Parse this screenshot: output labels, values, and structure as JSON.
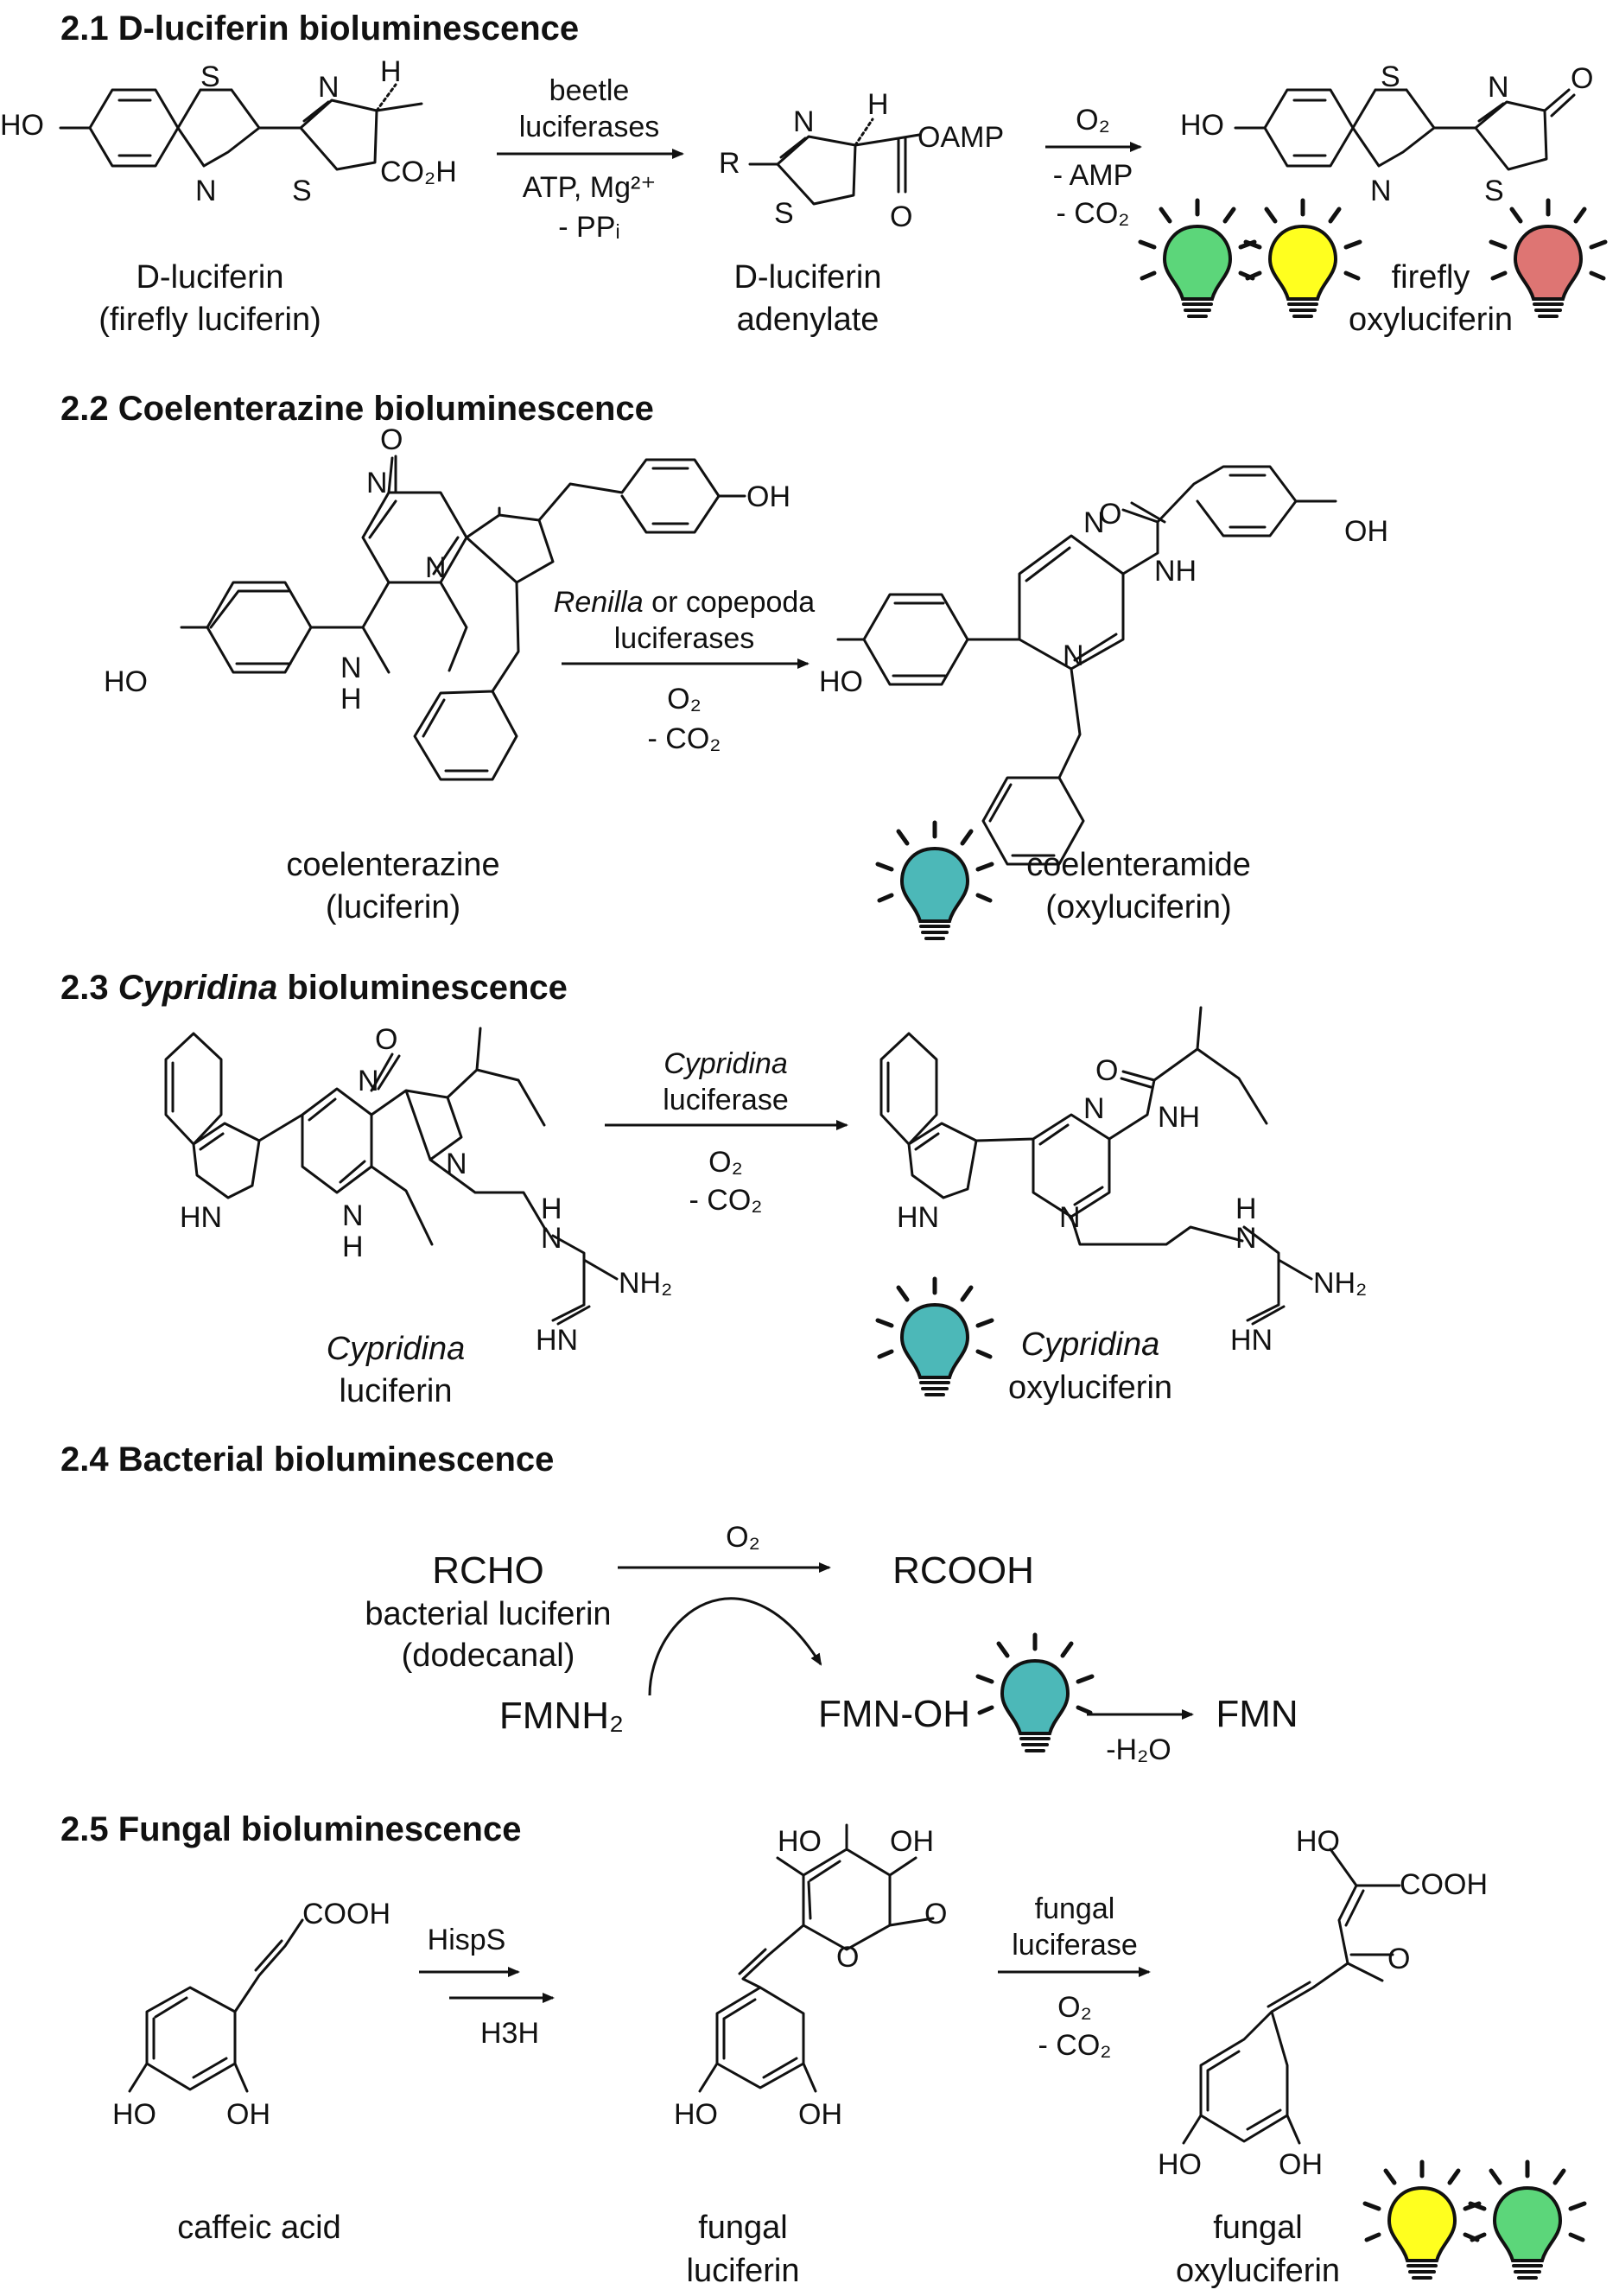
{
  "sections": [
    {
      "title": "2.1 D-luciferin bioluminescence",
      "substrate": {
        "line1": "D-luciferin",
        "line2": "(firefly luciferin)"
      },
      "step1": {
        "top1": "beetle",
        "top2": "luciferases",
        "bottom1": "ATP, Mg²⁺",
        "bottom2": "- PPᵢ"
      },
      "intermediate": {
        "line1": "D-luciferin",
        "line2": "adenylate"
      },
      "step2": {
        "top": "O₂",
        "bottom1": "- AMP",
        "bottom2": "- CO₂"
      },
      "product": {
        "line1": "firefly",
        "line2": "oxyluciferin"
      },
      "atoms": {
        "ho": "HO",
        "s1": "S",
        "n1": "N",
        "n2": "N",
        "s2": "S",
        "h": "H",
        "acid": "CO₂H",
        "r": "R",
        "n3": "N",
        "s3": "S",
        "h2": "H",
        "oamp": "OAMP",
        "o": "O",
        "ho2": "HO",
        "s4": "S",
        "n4": "N",
        "n5": "N",
        "s5": "S",
        "o2": "O"
      },
      "bulb_colors": [
        "#5cd67a",
        "#ffff1f",
        "#de7573"
      ]
    },
    {
      "title": "2.2 Coelenterazine bioluminescence",
      "substrate": {
        "line1": "coelenterazine",
        "line2": "(luciferin)"
      },
      "step1": {
        "top1": "Renilla",
        "top1b": " or copepoda",
        "top2": "luciferases",
        "bottom1": "O₂",
        "bottom2": "- CO₂"
      },
      "product": {
        "line1": "coelenteramide",
        "line2": "(oxyluciferin)"
      },
      "atoms": {
        "o": "O",
        "oh": "OH",
        "n1": "N",
        "n2": "N",
        "ho": "HO",
        "nh": "H",
        "nh_n": "N",
        "o2": "O",
        "n3": "N",
        "nh2": "NH",
        "oh2": "OH",
        "ho2": "HO",
        "n4": "N"
      },
      "bulb_colors": [
        "#4cb8b8"
      ]
    },
    {
      "title_prefix": "2.3 ",
      "title_italic": "Cypridina",
      "title_suffix": " bioluminescence",
      "substrate": {
        "line1": "Cypridina",
        "line2": "luciferin"
      },
      "step1": {
        "top1": "Cypridina",
        "top2": "luciferase",
        "bottom1": "O₂",
        "bottom2": "- CO₂"
      },
      "product": {
        "line1": "Cypridina",
        "line2": "oxyluciferin"
      },
      "atoms": {
        "o": "O",
        "n1": "N",
        "n2": "N",
        "hn": "HN",
        "h": "H",
        "n3": "N",
        "h2": "H",
        "n4": "N",
        "nh2": "NH₂",
        "hn2": "HN",
        "o2": "O",
        "n5": "N",
        "nh": "NH",
        "n6": "N",
        "hn3": "HN",
        "h3": "H",
        "n7": "N",
        "nh2b": "NH₂",
        "hn4": "HN"
      },
      "bulb_colors": [
        "#4cb8b8"
      ]
    },
    {
      "title": "2.4 Bacterial bioluminescence",
      "substrate": "RCHO",
      "substrate_line2": "bacterial luciferin",
      "substrate_line3": "(dodecanal)",
      "cofactor": "FMNH₂",
      "oxidant": "O₂",
      "product1": "RCOOH",
      "product2": "FMN-OH",
      "final": "FMN",
      "dehydration": "-H₂O",
      "bulb_colors": [
        "#4cb8b8"
      ]
    },
    {
      "title": "2.5 Fungal bioluminescence",
      "substrate": {
        "line1": "caffeic acid"
      },
      "step1": {
        "top": "HispS",
        "bottom": "H3H"
      },
      "intermediate": {
        "line1": "fungal",
        "line2": "luciferin"
      },
      "step2": {
        "top1": "fungal",
        "top2": "luciferase",
        "bottom1": "O₂",
        "bottom2": "- CO₂"
      },
      "product": {
        "line1": "fungal",
        "line2": "oxyluciferin"
      },
      "atoms": {
        "cooh": "COOH",
        "ho": "HO",
        "oh": "OH",
        "ho2": "HO",
        "oh2": "OH",
        "o": "O",
        "o2": "O",
        "ho3": "HO",
        "oh3": "OH",
        "ho4": "HO",
        "cooh2": "COOH",
        "o3": "O",
        "ho5": "HO",
        "oh4": "OH"
      },
      "bulb_colors": [
        "#ffff1f",
        "#5cd67a"
      ]
    }
  ]
}
